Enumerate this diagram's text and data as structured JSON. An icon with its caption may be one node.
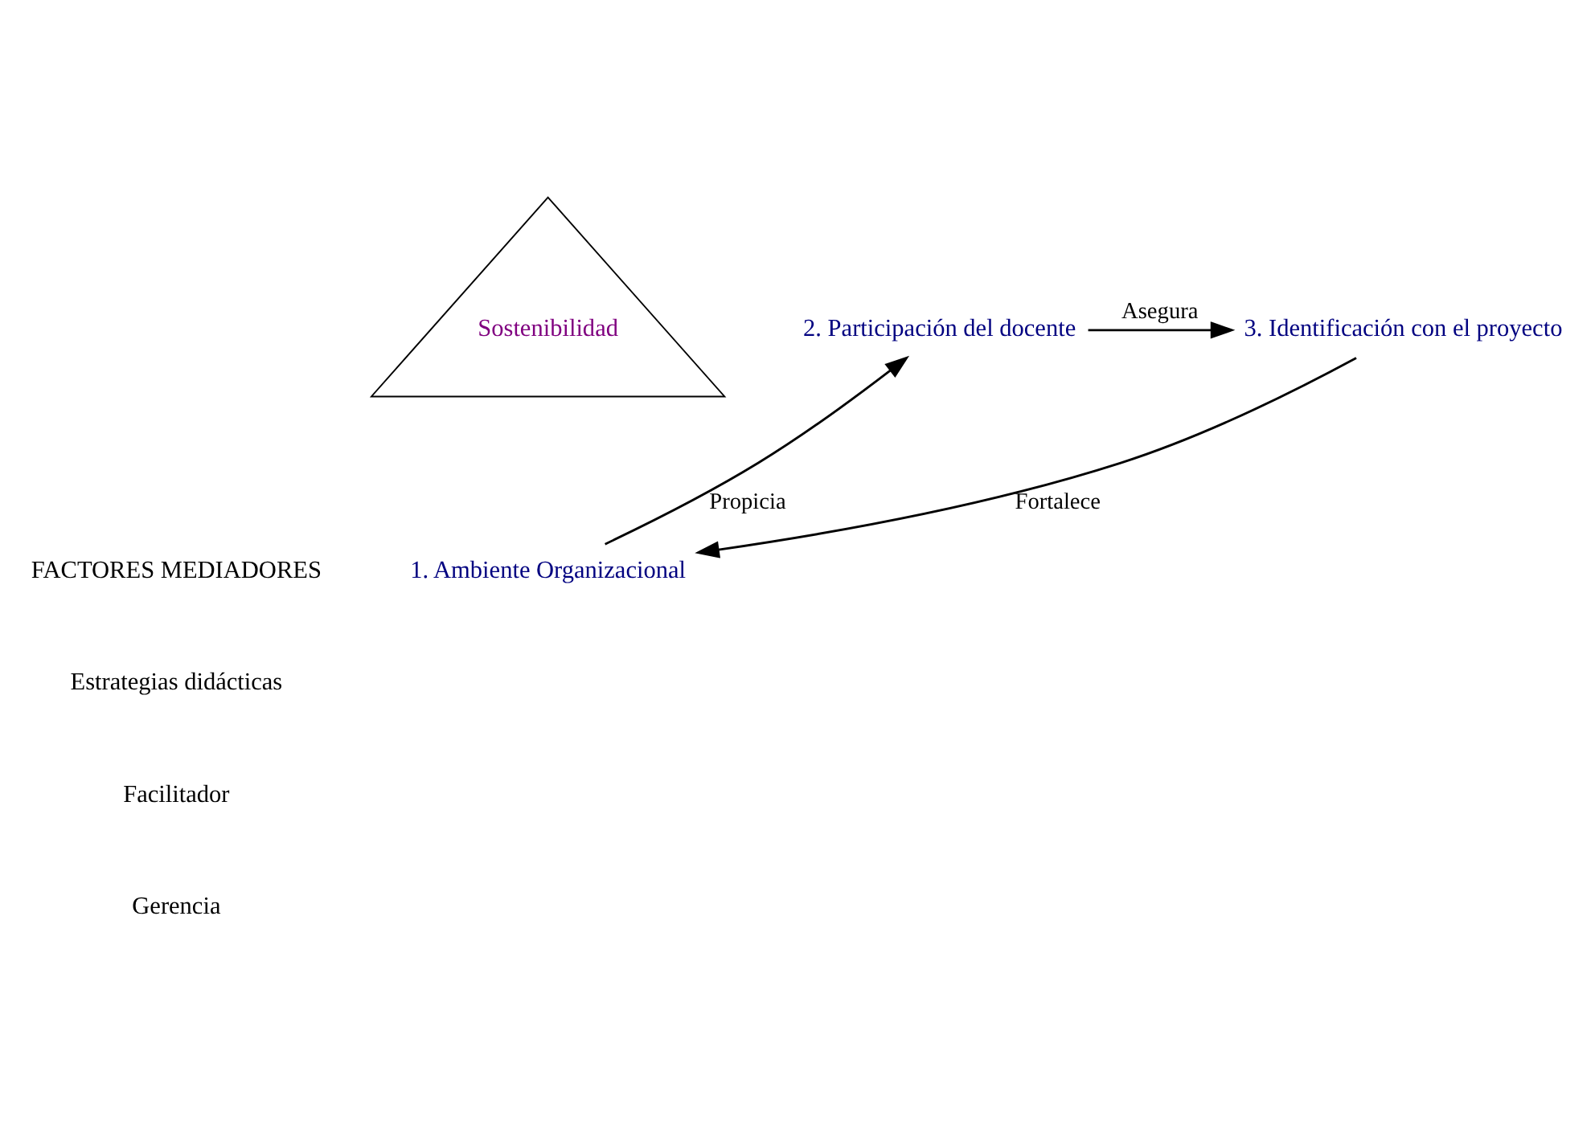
{
  "diagram": {
    "nodes": [
      {
        "text": [
          "Sostenibilidad"
        ]
      },
      {
        "text": [
          "1. Ambiente Organizacional"
        ]
      },
      {
        "text": [
          "2. Participación del docente"
        ]
      },
      {
        "text": [
          "3. Identificación con el proyecto"
        ]
      }
    ],
    "edges": [
      {
        "from": 1,
        "to": 2,
        "arrow": "to",
        "label": "Propicia"
      },
      {
        "from": 3,
        "to": 1,
        "arrow": "to",
        "label": "Fortalece"
      },
      {
        "from": 2,
        "to": 3,
        "arrow": "to",
        "label": "Asegura"
      }
    ],
    "labels": [
      "FACTORES MEDIADORES",
      "Estrategias didácticas",
      "Facilitador",
      "Gerencia"
    ]
  }
}
